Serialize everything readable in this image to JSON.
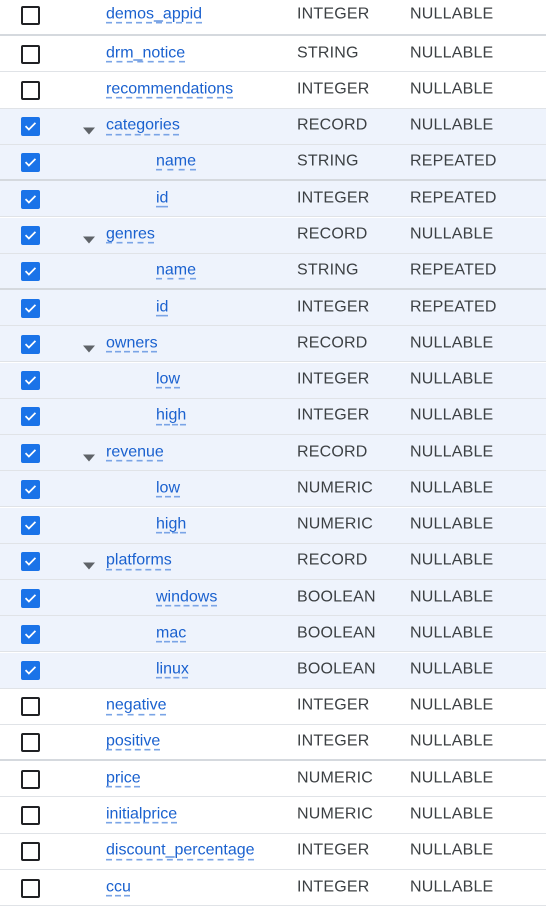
{
  "schema_fields": [
    {
      "name": "demos_appid",
      "type": "INTEGER",
      "mode": "NULLABLE",
      "checked": false,
      "level": 0,
      "expandable": false
    },
    {
      "name": "drm_notice",
      "type": "STRING",
      "mode": "NULLABLE",
      "checked": false,
      "level": 0,
      "expandable": false
    },
    {
      "name": "recommendations",
      "type": "INTEGER",
      "mode": "NULLABLE",
      "checked": false,
      "level": 0,
      "expandable": false
    },
    {
      "name": "categories",
      "type": "RECORD",
      "mode": "NULLABLE",
      "checked": true,
      "level": 0,
      "expandable": true
    },
    {
      "name": "name",
      "type": "STRING",
      "mode": "REPEATED",
      "checked": true,
      "level": 1,
      "expandable": false
    },
    {
      "name": "id",
      "type": "INTEGER",
      "mode": "REPEATED",
      "checked": true,
      "level": 1,
      "expandable": false
    },
    {
      "name": "genres",
      "type": "RECORD",
      "mode": "NULLABLE",
      "checked": true,
      "level": 0,
      "expandable": true
    },
    {
      "name": "name",
      "type": "STRING",
      "mode": "REPEATED",
      "checked": true,
      "level": 1,
      "expandable": false
    },
    {
      "name": "id",
      "type": "INTEGER",
      "mode": "REPEATED",
      "checked": true,
      "level": 1,
      "expandable": false
    },
    {
      "name": "owners",
      "type": "RECORD",
      "mode": "NULLABLE",
      "checked": true,
      "level": 0,
      "expandable": true
    },
    {
      "name": "low",
      "type": "INTEGER",
      "mode": "NULLABLE",
      "checked": true,
      "level": 1,
      "expandable": false
    },
    {
      "name": "high",
      "type": "INTEGER",
      "mode": "NULLABLE",
      "checked": true,
      "level": 1,
      "expandable": false
    },
    {
      "name": "revenue",
      "type": "RECORD",
      "mode": "NULLABLE",
      "checked": true,
      "level": 0,
      "expandable": true
    },
    {
      "name": "low",
      "type": "NUMERIC",
      "mode": "NULLABLE",
      "checked": true,
      "level": 1,
      "expandable": false
    },
    {
      "name": "high",
      "type": "NUMERIC",
      "mode": "NULLABLE",
      "checked": true,
      "level": 1,
      "expandable": false
    },
    {
      "name": "platforms",
      "type": "RECORD",
      "mode": "NULLABLE",
      "checked": true,
      "level": 0,
      "expandable": true
    },
    {
      "name": "windows",
      "type": "BOOLEAN",
      "mode": "NULLABLE",
      "checked": true,
      "level": 1,
      "expandable": false
    },
    {
      "name": "mac",
      "type": "BOOLEAN",
      "mode": "NULLABLE",
      "checked": true,
      "level": 1,
      "expandable": false
    },
    {
      "name": "linux",
      "type": "BOOLEAN",
      "mode": "NULLABLE",
      "checked": true,
      "level": 1,
      "expandable": false
    },
    {
      "name": "negative",
      "type": "INTEGER",
      "mode": "NULLABLE",
      "checked": false,
      "level": 0,
      "expandable": false
    },
    {
      "name": "positive",
      "type": "INTEGER",
      "mode": "NULLABLE",
      "checked": false,
      "level": 0,
      "expandable": false
    },
    {
      "name": "price",
      "type": "NUMERIC",
      "mode": "NULLABLE",
      "checked": false,
      "level": 0,
      "expandable": false
    },
    {
      "name": "initialprice",
      "type": "NUMERIC",
      "mode": "NULLABLE",
      "checked": false,
      "level": 0,
      "expandable": false
    },
    {
      "name": "discount_percentage",
      "type": "INTEGER",
      "mode": "NULLABLE",
      "checked": false,
      "level": 0,
      "expandable": false
    },
    {
      "name": "ccu",
      "type": "INTEGER",
      "mode": "NULLABLE",
      "checked": false,
      "level": 0,
      "expandable": false
    }
  ],
  "colors": {
    "accent": "#1a73e8",
    "link": "#1a61cf",
    "selected_row_bg": "#eef3fc"
  },
  "icons": {
    "checkbox_mark": "check-icon",
    "expand": "caret-down-icon"
  }
}
